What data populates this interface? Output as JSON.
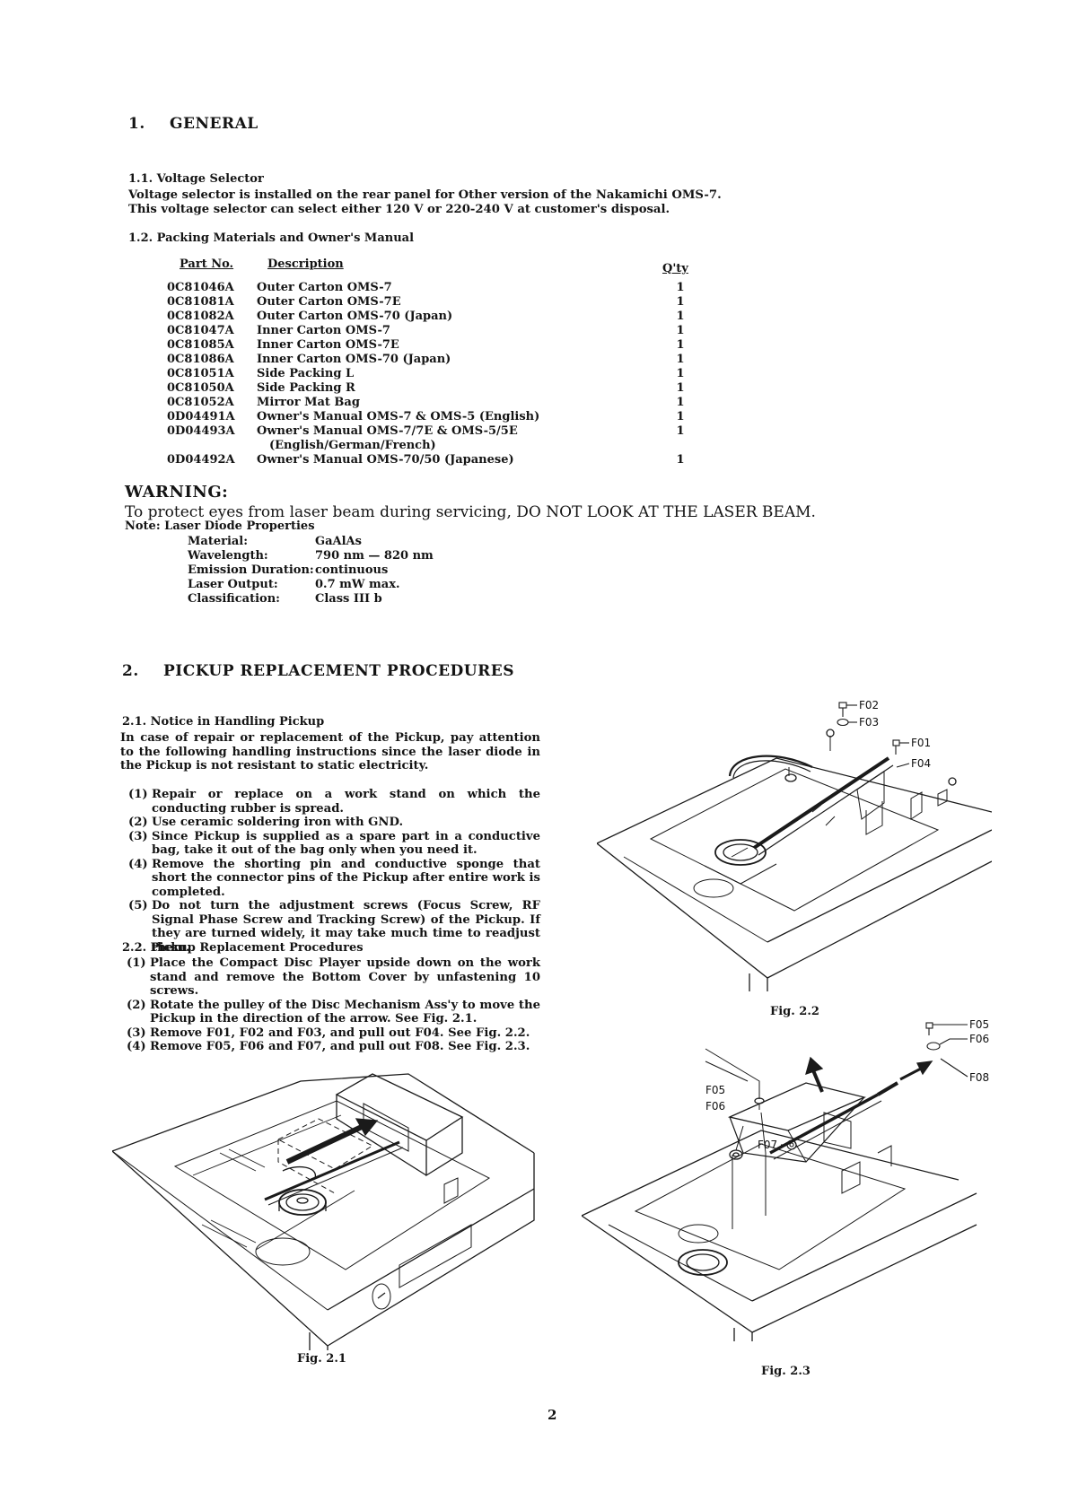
{
  "section1": {
    "number": "1.",
    "title": "GENERAL",
    "voltage": {
      "heading": "1.1. Voltage Selector",
      "line1": "Voltage selector is installed on the rear panel for Other version of the Nakamichi OMS-7.",
      "line2": "This voltage selector can select either 120 V or 220-240 V at customer's disposal."
    },
    "packing": {
      "heading": "1.2. Packing Materials and Owner's Manual",
      "headers": {
        "part": "Part No.",
        "desc": "Description",
        "qty": "Q'ty"
      },
      "rows": [
        {
          "part": "0C81046A",
          "desc": "Outer Carton OMS-7",
          "qty": "1"
        },
        {
          "part": "0C81081A",
          "desc": "Outer Carton OMS-7E",
          "qty": "1"
        },
        {
          "part": "0C81082A",
          "desc": "Outer Carton OMS-70 (Japan)",
          "qty": "1"
        },
        {
          "part": "0C81047A",
          "desc": "Inner Carton OMS-7",
          "qty": "1"
        },
        {
          "part": "0C81085A",
          "desc": "Inner Carton OMS-7E",
          "qty": "1"
        },
        {
          "part": "0C81086A",
          "desc": "Inner Carton OMS-70 (Japan)",
          "qty": "1"
        },
        {
          "part": "0C81051A",
          "desc": "Side Packing L",
          "qty": "1"
        },
        {
          "part": "0C81050A",
          "desc": "Side Packing R",
          "qty": "1"
        },
        {
          "part": "0C81052A",
          "desc": "Mirror Mat Bag",
          "qty": "1"
        },
        {
          "part": "0D04491A",
          "desc": "Owner's Manual OMS-7 & OMS-5 (English)",
          "qty": "1"
        },
        {
          "part": "0D04493A",
          "desc": "Owner's Manual OMS-7/7E & OMS-5/5E",
          "qty": "1"
        },
        {
          "part": "",
          "desc": "(English/German/French)",
          "qty": ""
        },
        {
          "part": "0D04492A",
          "desc": "Owner's Manual OMS-70/50 (Japanese)",
          "qty": "1"
        }
      ]
    }
  },
  "warning": {
    "title": "WARNING:",
    "text": "To protect eyes from laser beam during servicing, DO NOT LOOK AT THE LASER BEAM.",
    "note_label": "Note:",
    "note_title": "Laser Diode Properties",
    "props": [
      {
        "k": "Material:",
        "v": "GaAlAs"
      },
      {
        "k": "Wavelength:",
        "v": "790 nm — 820 nm"
      },
      {
        "k": "Emission Duration:",
        "v": "continuous"
      },
      {
        "k": "Laser Output:",
        "v": "0.7 mW max."
      },
      {
        "k": "Classification:",
        "v": "Class III b"
      }
    ]
  },
  "section2": {
    "number": "2.",
    "title": "PICKUP REPLACEMENT PROCEDURES",
    "notice": {
      "heading": "2.1. Notice in Handling Pickup",
      "intro": "In case of repair or replacement of the Pickup, pay attention to the following handling instructions since the laser diode in the Pickup is not resistant to static electricity.",
      "items": [
        {
          "n": "(1)",
          "t": "Repair or replace on a work stand on which the conducting rubber is spread."
        },
        {
          "n": "(2)",
          "t": "Use ceramic soldering iron with GND."
        },
        {
          "n": "(3)",
          "t": "Since Pickup is supplied as a spare part in a conductive bag, take it out of the bag only when you need it."
        },
        {
          "n": "(4)",
          "t": "Remove the shorting pin and conductive sponge that short the connector pins of the Pickup after entire work is completed."
        },
        {
          "n": "(5)",
          "t": "Do not turn the adjustment screws (Focus Screw, RF Signal Phase Screw and Tracking Screw) of the Pickup. If they are turned widely, it may take much time to readjust them."
        }
      ]
    },
    "procedures": {
      "heading": "2.2. Pickup Replacement Procedures",
      "items": [
        {
          "n": "(1)",
          "t": "Place the Compact Disc Player upside down on the work stand and remove the Bottom Cover by unfastening 10 screws."
        },
        {
          "n": "(2)",
          "t": "Rotate the pulley of the Disc Mechanism Ass'y to move the Pickup in the direction of the arrow. See Fig. 2.1."
        },
        {
          "n": "(3)",
          "t": "Remove F01, F02 and F03, and pull out F04. See Fig. 2.2."
        },
        {
          "n": "(4)",
          "t": "Remove F05, F06 and F07, and pull out F08. See Fig. 2.3."
        }
      ]
    }
  },
  "figures": {
    "fig21": {
      "caption": "Fig. 2.1"
    },
    "fig22": {
      "caption": "Fig. 2.2",
      "labels": {
        "f02": "F02",
        "f03": "F03",
        "f01": "F01",
        "f04": "F04"
      }
    },
    "fig23": {
      "caption": "Fig. 2.3",
      "labels": {
        "f05a": "F05",
        "f06a": "F06",
        "f08": "F08",
        "f05b": "F05",
        "f06b": "F06",
        "f07": "F07"
      }
    }
  },
  "page_number": "2"
}
